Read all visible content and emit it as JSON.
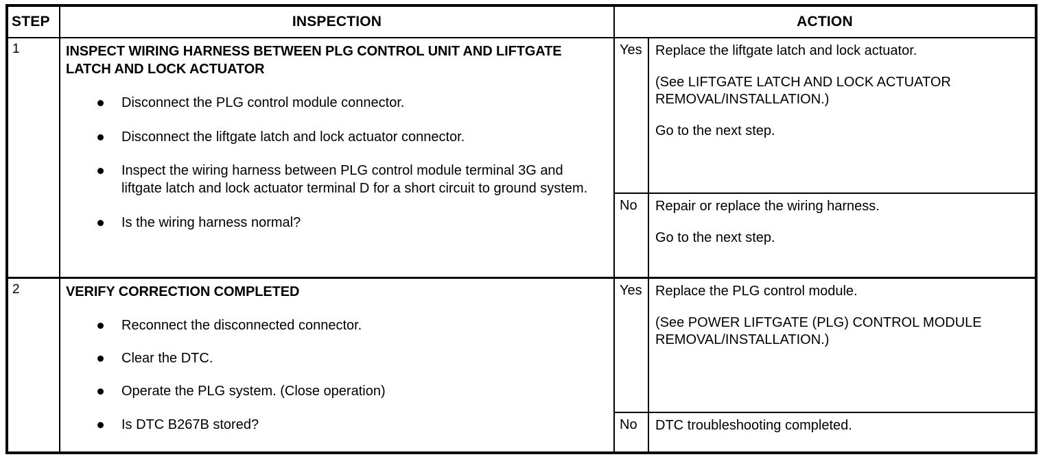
{
  "table": {
    "headers": {
      "step": "STEP",
      "inspection": "INSPECTION",
      "action": "ACTION"
    },
    "rows": [
      {
        "step": "1",
        "inspection": {
          "title": "INSPECT WIRING HARNESS BETWEEN PLG CONTROL UNIT AND LIFTGATE LATCH AND LOCK ACTUATOR",
          "bullets": [
            "Disconnect the PLG control module connector.",
            "Disconnect the liftgate latch and lock actuator connector.",
            "Inspect the wiring harness between PLG control module terminal 3G and liftgate latch and lock actuator terminal D for a short circuit to ground system.",
            "Is the wiring harness normal?"
          ]
        },
        "outcomes": [
          {
            "label": "Yes",
            "paragraphs": [
              "Replace the liftgate latch and lock actuator.",
              "(See LIFTGATE LATCH AND LOCK ACTUATOR REMOVAL/INSTALLATION.)",
              "Go to the next step."
            ]
          },
          {
            "label": "No",
            "paragraphs": [
              "Repair or replace the wiring harness.",
              "Go to the next step."
            ]
          }
        ]
      },
      {
        "step": "2",
        "inspection": {
          "title": "VERIFY CORRECTION COMPLETED",
          "bullets": [
            "Reconnect the disconnected connector.",
            "Clear the DTC.",
            "Operate the PLG system. (Close operation)",
            "Is DTC B267B stored?"
          ]
        },
        "outcomes": [
          {
            "label": "Yes",
            "paragraphs": [
              "Replace the PLG control module.",
              "(See POWER LIFTGATE (PLG) CONTROL MODULE REMOVAL/INSTALLATION.)"
            ]
          },
          {
            "label": "No",
            "paragraphs": [
              "DTC troubleshooting completed."
            ]
          }
        ]
      }
    ]
  }
}
